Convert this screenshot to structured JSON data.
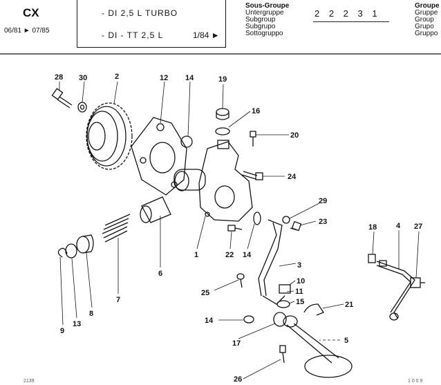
{
  "header": {
    "model": "CX",
    "dates": "06/81 ► 07/85",
    "line1": "- DI 2,5 L TURBO",
    "line2": "- DI - TT 2,5 L",
    "page_ref": "1/84 ►",
    "subgroup_labels": [
      "Sous-Groupe",
      "Untergruppe",
      "Subgroup",
      "Subgrupo",
      "Sottogruppo"
    ],
    "group_labels": [
      "Groupe",
      "Gruppe",
      "Group",
      "Grupo",
      "Gruppo"
    ],
    "code": "2 2 2  3 1"
  },
  "callouts": [
    "28",
    "30",
    "2",
    "12",
    "14",
    "19",
    "16",
    "20",
    "24",
    "29",
    "23",
    "18",
    "4",
    "27",
    "1",
    "22",
    "14",
    "6",
    "3",
    "7",
    "8",
    "13",
    "9",
    "25",
    "10",
    "11",
    "15",
    "21",
    "14",
    "17",
    "5",
    "26"
  ],
  "footer": {
    "left": "2139",
    "right": "1 0 0 9"
  },
  "colors": {
    "ink": "#111111",
    "paper": "#ffffff"
  }
}
